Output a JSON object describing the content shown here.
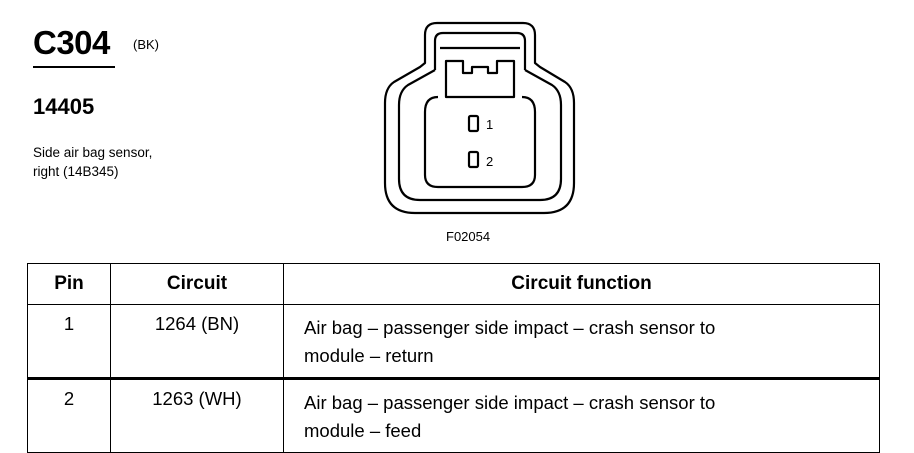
{
  "header": {
    "connector_id": "C304",
    "connector_color": "(BK)",
    "part_number": "14405",
    "description_lines": [
      "Side air bag sensor,",
      "right (14B345)"
    ]
  },
  "diagram": {
    "pin_labels": [
      "1",
      "2"
    ],
    "figure_id": "F02054"
  },
  "table": {
    "headers": [
      "Pin",
      "Circuit",
      "Circuit function"
    ],
    "rows": [
      {
        "pin": "1",
        "circuit": "1264 (BN)",
        "function_lines": [
          "Air bag – passenger side impact – crash sensor to",
          "module – return"
        ]
      },
      {
        "pin": "2",
        "circuit": "1263 (WH)",
        "function_lines": [
          "Air bag – passenger side impact – crash sensor to",
          "module – feed"
        ]
      }
    ]
  }
}
